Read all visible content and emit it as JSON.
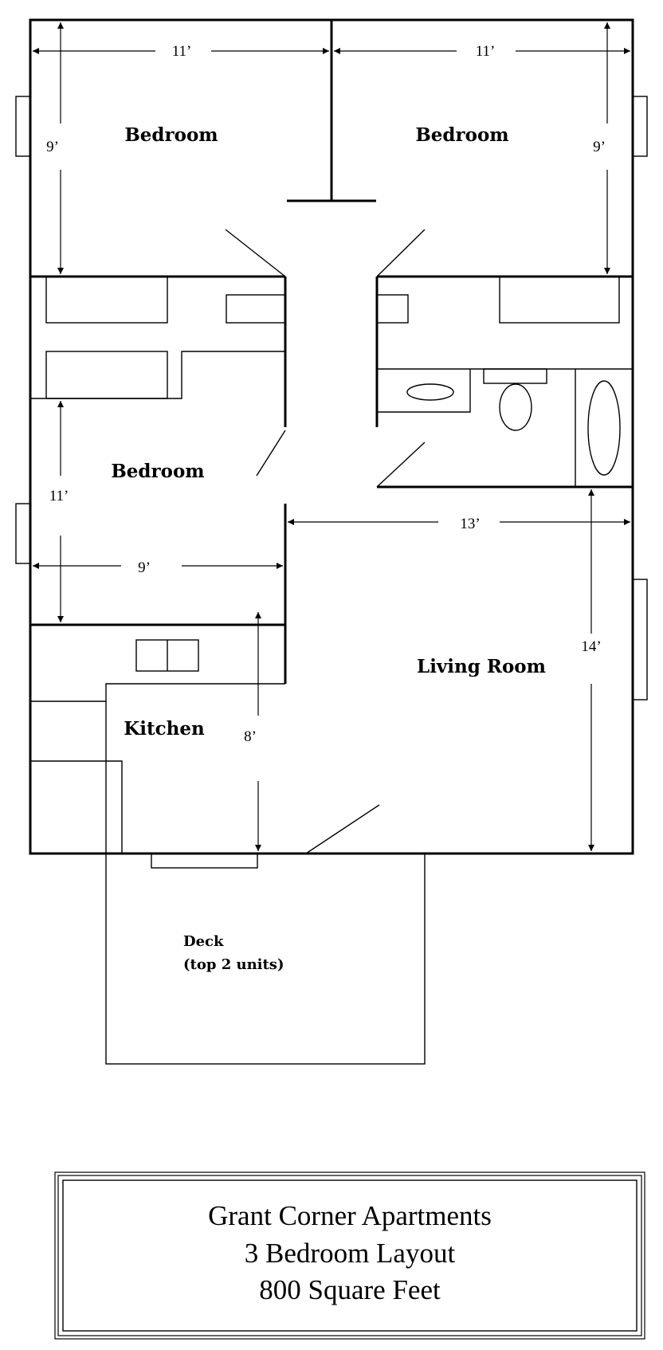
{
  "rooms": {
    "bedroom_top_left": "Bedroom",
    "bedroom_top_right": "Bedroom",
    "bedroom_middle_left": "Bedroom",
    "living_room": "Living Room",
    "kitchen": "Kitchen",
    "deck_line1": "Deck",
    "deck_line2": "(top 2 units)"
  },
  "dimensions": {
    "top_left_width": "11’",
    "top_right_width": "11’",
    "top_left_height": "9’",
    "top_right_height": "9’",
    "middle_bedroom_height": "11’",
    "middle_bedroom_width": "9’",
    "living_room_width": "13’",
    "living_room_height": "14’",
    "kitchen_height": "8’"
  },
  "title_block": {
    "line1": "Grant Corner Apartments",
    "line2": "3 Bedroom Layout",
    "line3": "800 Square Feet"
  }
}
